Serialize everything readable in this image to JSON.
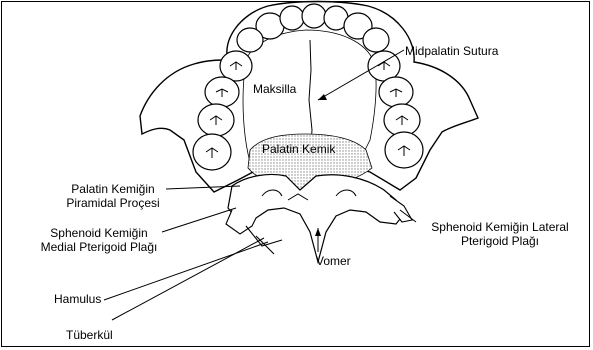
{
  "labels": {
    "maxilla": "Maksilla",
    "midpalatal_suture": "Midpalatin Sutura",
    "palatine_bone": "Palatin Kemik",
    "pyramidal_process_line1": "Palatin Kemiğin",
    "pyramidal_process_line2": "Piramidal Proçesi",
    "medial_pterygoid_line1": "Sphenoid Kemiğin",
    "medial_pterygoid_line2": "Medial Pterigoid Plağı",
    "lateral_pterygoid_line1": "Sphenoid Kemiğin Lateral",
    "lateral_pterygoid_line2": "Pterigoid Plağı",
    "vomer": "Vomer",
    "hamulus": "Hamulus",
    "tubercle": "Tüberkül"
  },
  "colors": {
    "line": "#000000",
    "stipple": "#b8b8b8",
    "background": "#ffffff"
  }
}
